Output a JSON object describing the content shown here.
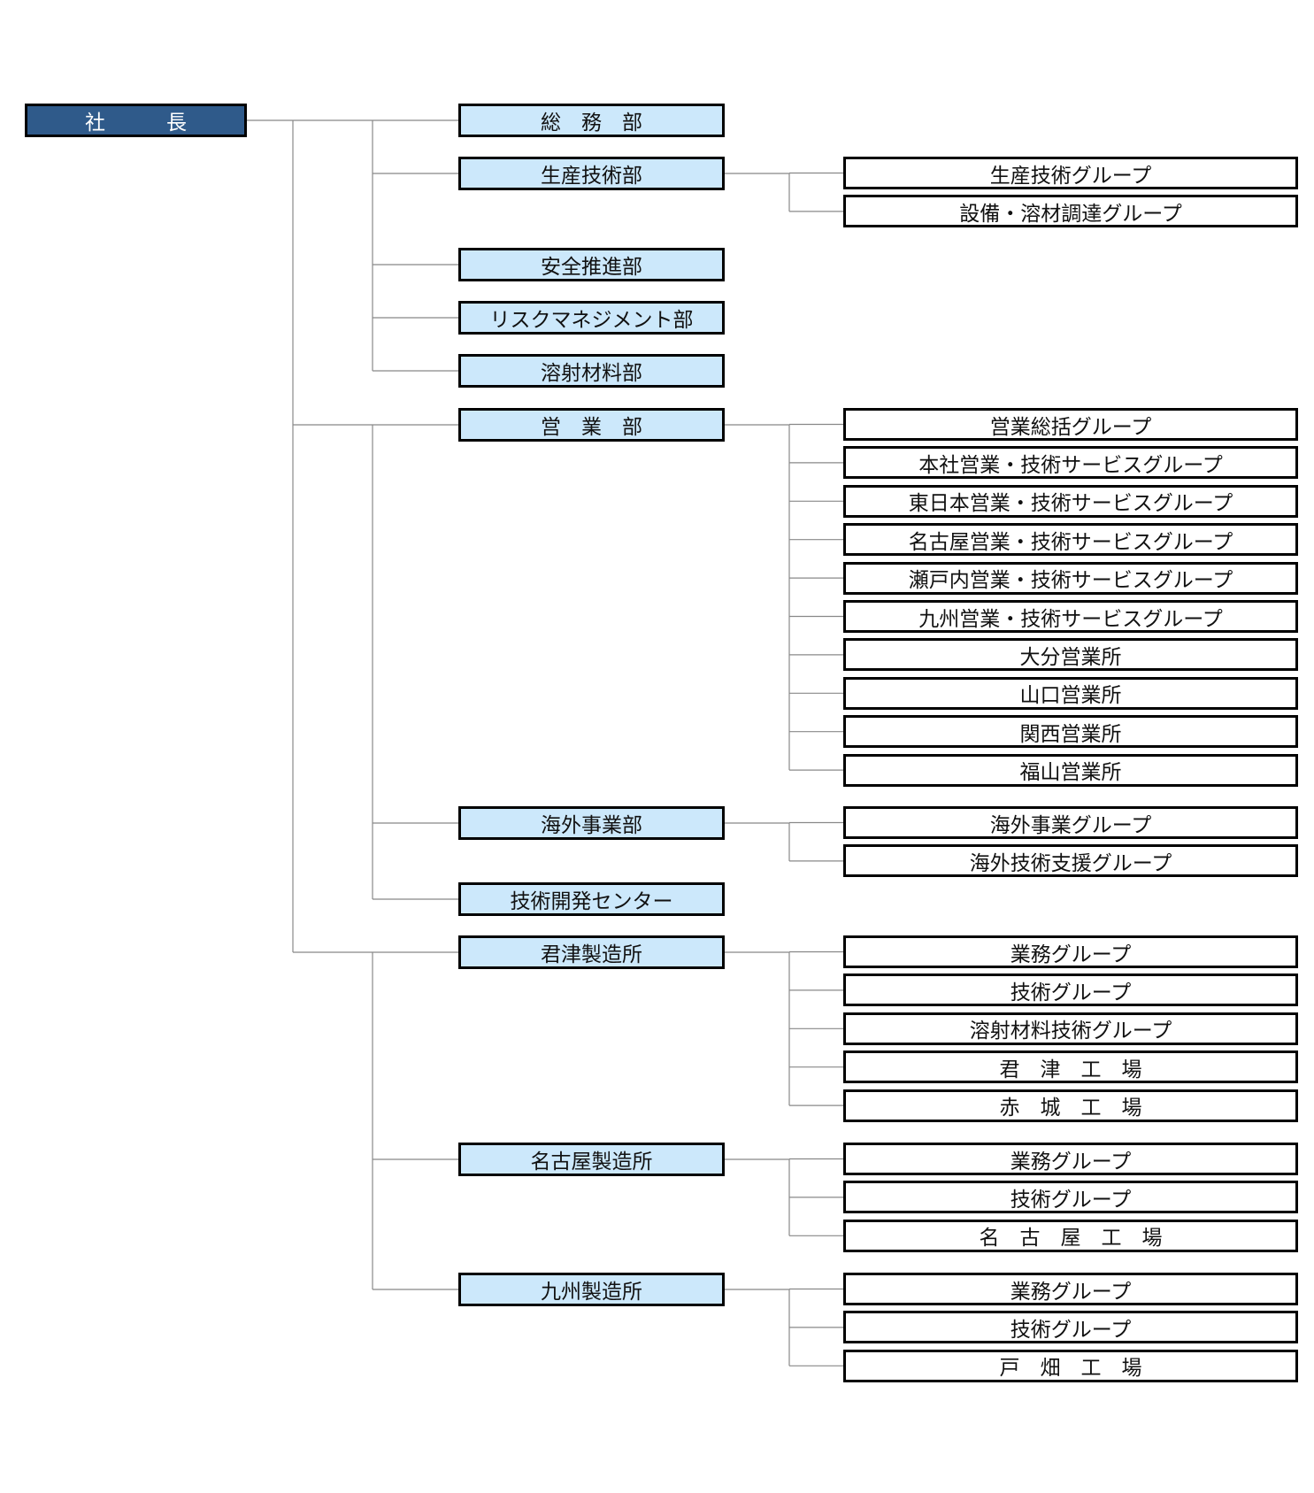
{
  "president": "社　　　長",
  "departments": [
    {
      "id": "somu",
      "label": "総　務　部",
      "groups": []
    },
    {
      "id": "seisan",
      "label": "生産技術部",
      "groups": [
        "生産技術グループ",
        "設備・溶材調達グループ"
      ]
    },
    {
      "id": "anzen",
      "label": "安全推進部",
      "groups": []
    },
    {
      "id": "risk",
      "label": "リスクマネジメント部",
      "groups": []
    },
    {
      "id": "yosha",
      "label": "溶射材料部",
      "groups": []
    },
    {
      "id": "eigyo",
      "label": "営　業　部",
      "groups": [
        "営業総括グループ",
        "本社営業・技術サービスグループ",
        "東日本営業・技術サービスグループ",
        "名古屋営業・技術サービスグループ",
        "瀬戸内営業・技術サービスグループ",
        "九州営業・技術サービスグループ",
        "大分営業所",
        "山口営業所",
        "関西営業所",
        "福山営業所"
      ]
    },
    {
      "id": "kaigai",
      "label": "海外事業部",
      "groups": [
        "海外事業グループ",
        "海外技術支援グループ"
      ]
    },
    {
      "id": "gijutsu",
      "label": "技術開発センター",
      "groups": []
    },
    {
      "id": "kimitsu",
      "label": "君津製造所",
      "groups": [
        "業務グループ",
        "技術グループ",
        "溶射材料技術グループ",
        "君　津　工　場",
        "赤　城　工　場"
      ]
    },
    {
      "id": "nagoya",
      "label": "名古屋製造所",
      "groups": [
        "業務グループ",
        "技術グループ",
        "名　古　屋　工　場"
      ]
    },
    {
      "id": "kyushu",
      "label": "九州製造所",
      "groups": [
        "業務グループ",
        "技術グループ",
        "戸　畑　工　場"
      ]
    }
  ],
  "colors": {
    "president_fill": "#2f5a8a",
    "department_fill": "#cce8fb",
    "group_fill": "#ffffff",
    "connector": "#888888"
  }
}
